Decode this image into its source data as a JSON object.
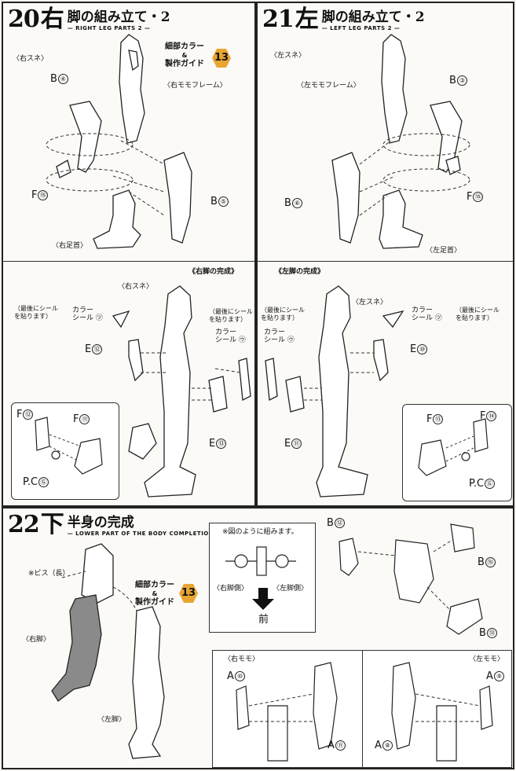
{
  "step20": {
    "num": "20",
    "kanji": "右",
    "title": "脚の組み立て・2",
    "subtitle": "— RIGHT LEG PARTS  2 —",
    "guide_line1": "細部カラー",
    "guide_amp": "&",
    "guide_line2": "製作ガイド",
    "guide_num": "13",
    "label_shin": "〈右スネ〉",
    "label_thigh_frame": "〈右モモフレーム〉",
    "label_ankle": "〈右足首〉",
    "part_b4": "B",
    "part_b4_n": "④",
    "part_b5": "B",
    "part_b5_n": "⑤",
    "part_f15": "F",
    "part_f15_n": "⑮"
  },
  "step21": {
    "num": "21",
    "kanji": "左",
    "title": "脚の組み立て・2",
    "subtitle": "— LEFT LEG PARTS 2 —",
    "label_shin": "〈左スネ〉",
    "label_thigh_frame": "〈左モモフレーム〉",
    "label_ankle": "〈左足首〉",
    "part_b3": "B",
    "part_b3_n": "③",
    "part_b6": "B",
    "part_b6_n": "⑥",
    "part_f15": "F",
    "part_f15_n": "⑮"
  },
  "right_complete": {
    "heading": "《右脚の完成》",
    "label_shin": "〈右スネ〉",
    "seal_note": "（最後にシール\nを貼ります）",
    "seal_j": "カラー\nシール ㋡",
    "seal_note2": "（最後にシール\nを貼ります）",
    "seal_u": "カラー\nシール ㋒",
    "part_e12": "E",
    "part_e12_n": "⑫",
    "part_e13": "E",
    "part_e13_n": "⑬",
    "part_f12": "F",
    "part_f12_n": "⑫",
    "part_f11": "F",
    "part_f11_n": "⑪",
    "part_pc": "P.C",
    "part_pc_n": "Ⓖ"
  },
  "left_complete": {
    "heading": "《左脚の完成》",
    "label_shin": "〈左スネ〉",
    "seal_note": "（最後にシール\nを貼ります）",
    "seal_u": "カラー\nシール ㋒",
    "seal_j": "カラー\nシール ㋡",
    "seal_note2": "（最後にシール\nを貼ります）",
    "part_e10": "E",
    "part_e10_n": "⑩",
    "part_e11": "E",
    "part_e11_n": "⑪",
    "part_f13": "F",
    "part_f13_n": "⑬",
    "part_f14": "F",
    "part_f14_n": "⑭",
    "part_pc": "P.C",
    "part_pc_n": "Ⓖ"
  },
  "step22": {
    "num": "22",
    "kanji": "下",
    "title": "半身の完成",
    "subtitle": "— LOWER PART OF THE BODY COMPLETION —",
    "screw": "※ビス（長）",
    "guide_line1": "細部カラー",
    "guide_amp": "&",
    "guide_line2": "製作ガイド",
    "guide_num": "13",
    "label_right_leg": "〈右脚〉",
    "label_left_leg": "〈左脚〉",
    "note": "※図のように組みます。",
    "side_right": "〈右脚側〉",
    "side_left": "〈左脚側〉",
    "front": "前",
    "part_b12": "B",
    "part_b12_n": "⑫",
    "part_b15": "B",
    "part_b15_n": "⑮",
    "part_b13": "B",
    "part_b13_n": "⑬",
    "label_right_thigh": "〈右モモ〉",
    "label_left_thigh": "〈左モモ〉",
    "part_a10": "A",
    "part_a10_n": "⑩",
    "part_a11": "A",
    "part_a11_n": "⑪",
    "part_a9": "A",
    "part_a9_n": "⑨",
    "part_a8": "A",
    "part_a8_n": "⑧"
  }
}
